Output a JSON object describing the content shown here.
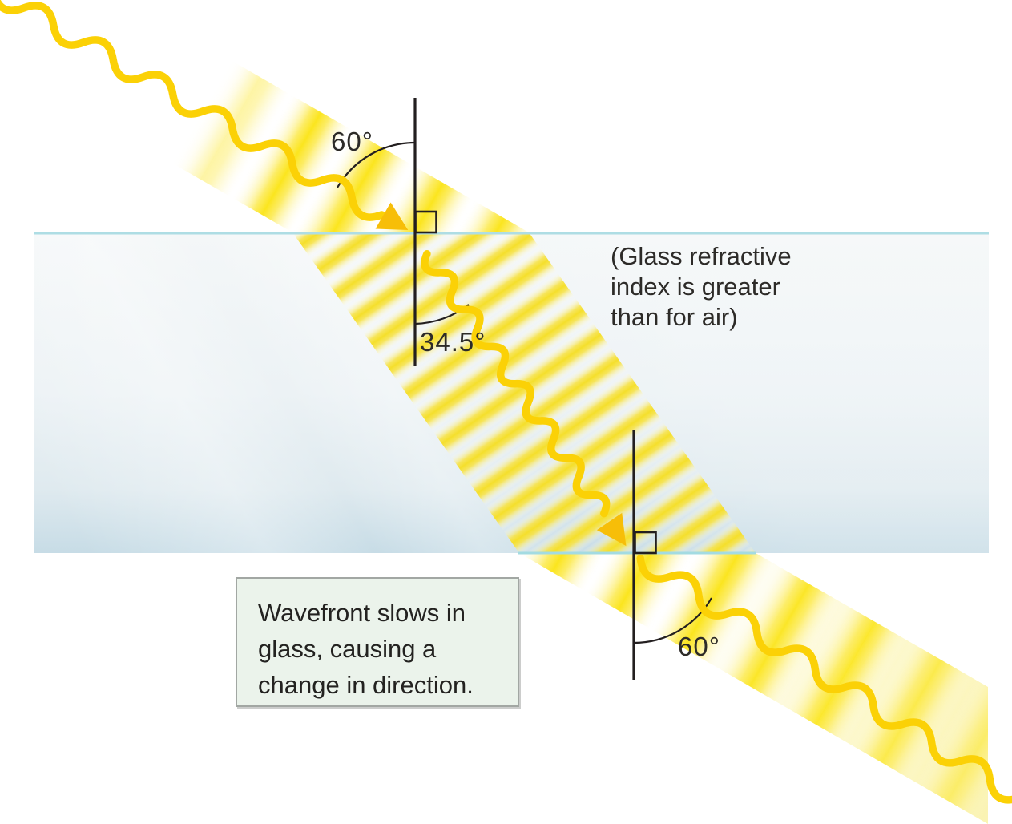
{
  "figure": {
    "type": "light-refraction-through-glass-diagram",
    "labels": {
      "incidence_angle": "60°",
      "refraction_angle": "34.5°",
      "exit_angle": "60°"
    },
    "glass_note": {
      "full": "(Glass refractive index is greater than for air)",
      "lines": [
        "(Glass refractive",
        "index is greater",
        "than for air)"
      ]
    },
    "caption": {
      "full": "Wavefront slows in glass, causing a change in direction.",
      "lines": [
        "Wavefront slows in",
        "glass, causing a",
        "change in direction."
      ]
    }
  },
  "colors": {
    "ray": "#FBD106",
    "arrow": "#F7BE08",
    "beam_yellow": "#FBE51E",
    "glass_light": "#F3F7F9",
    "glass_dark": "#C7DCE6",
    "interface_line": "#AEDDE4",
    "normal_line": "#231F20",
    "text": "#2D2B28",
    "caption_bg": "#EBF3EB",
    "caption_border": "#A2A7A3"
  }
}
